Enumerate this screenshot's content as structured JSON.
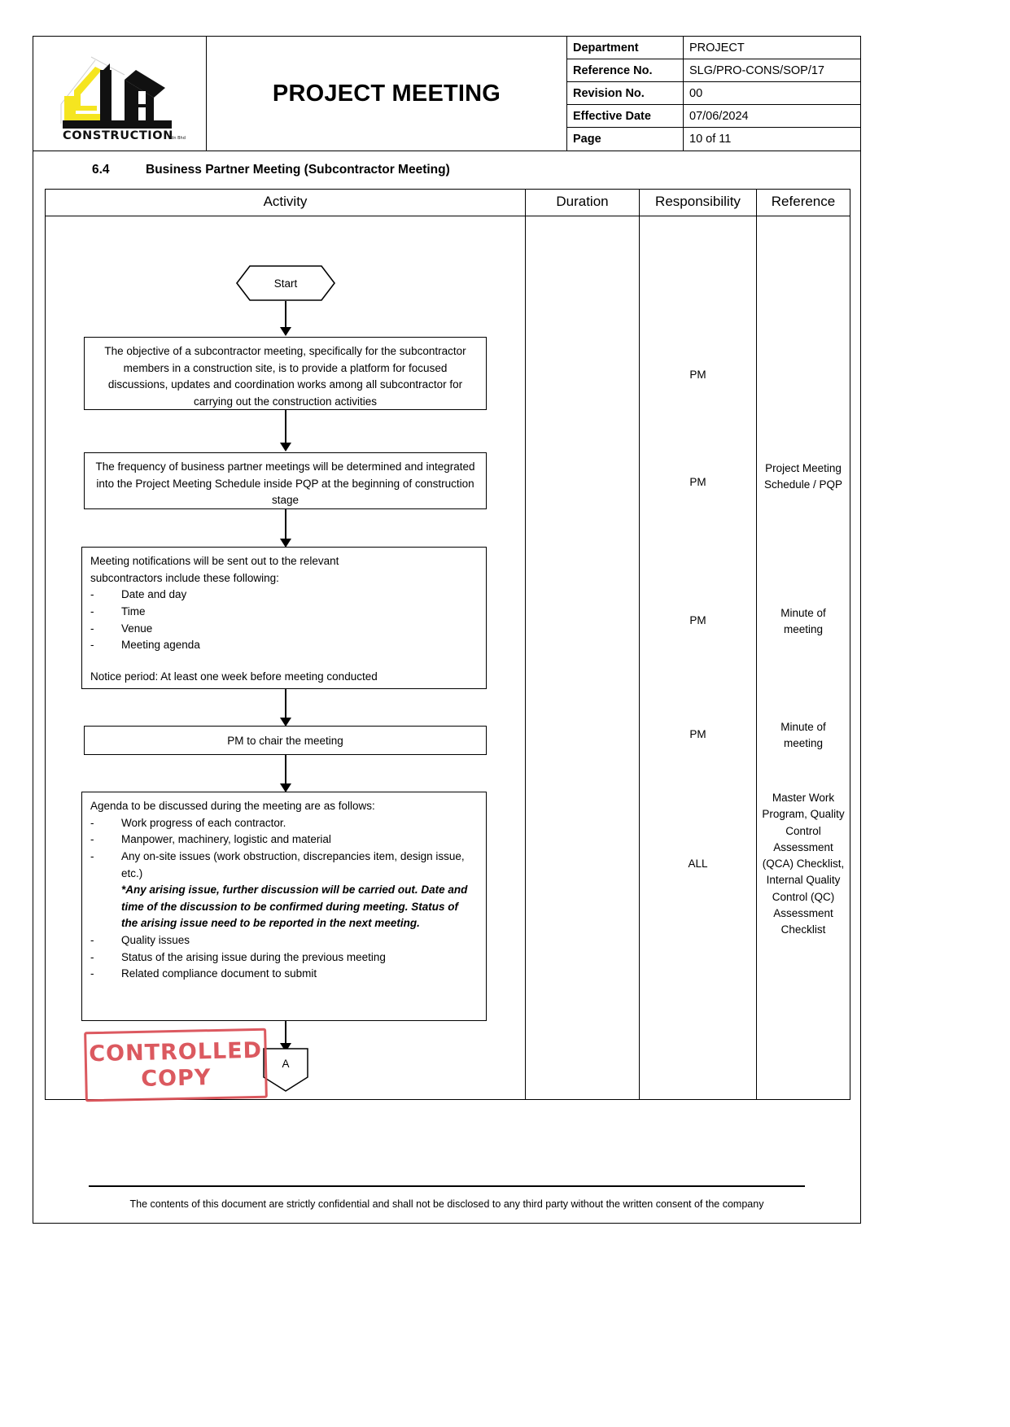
{
  "header": {
    "title": "PROJECT MEETING",
    "logo_text": "CONSTRUCTION",
    "meta": [
      {
        "key": "Department",
        "value": "PROJECT"
      },
      {
        "key": "Reference No.",
        "value": "SLG/PRO-CONS/SOP/17"
      },
      {
        "key": "Revision No.",
        "value": "00"
      },
      {
        "key": "Effective Date",
        "value": "07/06/2024"
      },
      {
        "key": "Page",
        "value": "10 of 11"
      }
    ]
  },
  "section": {
    "number": "6.4",
    "title": "Business Partner Meeting (Subcontractor Meeting)"
  },
  "table": {
    "columns": {
      "activity": "Activity",
      "duration": "Duration",
      "responsibility": "Responsibility",
      "reference": "Reference"
    }
  },
  "flow": {
    "start_label": "Start",
    "connector_label": "A",
    "node1": "The objective of a subcontractor meeting, specifically for the subcontractor members in a construction site, is to provide a platform for focused discussions, updates and coordination works among all subcontractor for carrying out the construction activities",
    "node2": "The frequency of business partner meetings will be determined and integrated into the Project Meeting Schedule inside PQP at the beginning of construction stage",
    "node3_intro_l1": "Meeting notifications will be sent out to the relevant",
    "node3_intro_l2": "subcontractors include these following:",
    "node3_items": [
      "Date and day",
      "Time",
      "Venue",
      "Meeting agenda"
    ],
    "node3_notice": "Notice period: At least one week before meeting conducted",
    "node4": "PM to chair the meeting",
    "node5_intro": "Agenda to be discussed during the meeting are as follows:",
    "node5_items": [
      "Work progress of each contractor.",
      "Manpower, machinery, logistic and material",
      "Any on-site issues (work obstruction, discrepancies item, design issue, etc.)"
    ],
    "node5_emphasis": "*Any arising issue, further discussion will be carried out. Date and time of the discussion to be confirmed during meeting. Status of the arising issue need to be reported in the next meeting.",
    "node5_items2": [
      "Quality issues",
      "Status of the arising issue during the previous meeting",
      "Related compliance document to submit"
    ]
  },
  "responsibility": {
    "r1": "PM",
    "r2": "PM",
    "r3": "PM",
    "r4": "PM",
    "r5": "ALL"
  },
  "reference": {
    "r2": "Project Meeting Schedule / PQP",
    "r3": "Minute of meeting",
    "r4": "Minute of meeting",
    "r5": "Master Work Program, Quality Control Assessment (QCA) Checklist, Internal Quality Control (QC) Assessment Checklist"
  },
  "stamp": {
    "line1": "CONTROLLED",
    "line2": "COPY",
    "color": "#d94b52"
  },
  "footer": {
    "text": "The contents of this document are strictly confidential and shall not be disclosed to any third party without the written consent of the company"
  }
}
